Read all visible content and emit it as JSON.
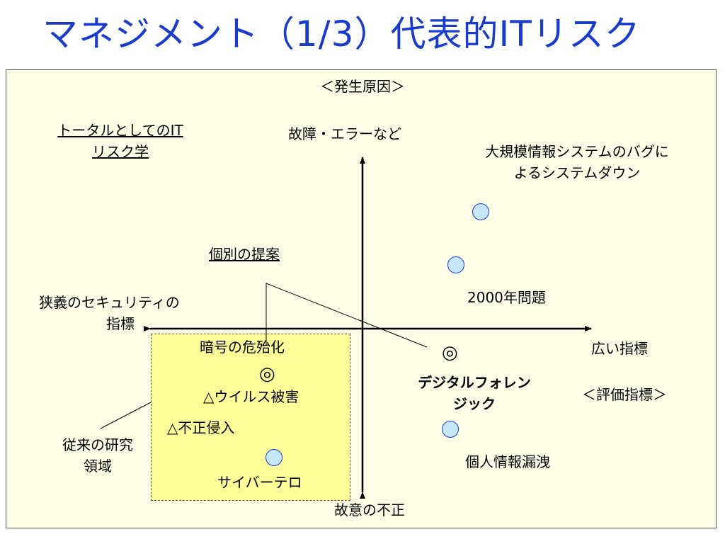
{
  "title": "マネジメント（1/3）代表的ITリスク",
  "labels": {
    "cause_heading": "＜発生原因＞",
    "eval_heading": "＜評価指標＞",
    "axis_top": "故障・エラーなど",
    "axis_bottom": "故意の不正",
    "axis_left_line1": "狭義のセキュリティの",
    "axis_left_line2": "指標",
    "axis_right": "広い指標",
    "total_it_line1": "トータルとしてのIT",
    "total_it_line2": "リスク学",
    "proposal": "個別の提案",
    "conventional_line1": "従来の研究",
    "conventional_line2": "領域"
  },
  "items": {
    "large_bug_line1": "大規模情報システムのバグに",
    "large_bug_line2": "よるシステムダウン",
    "y2k": "2000年問題",
    "forensics_line1": "デジタルフォレン",
    "forensics_line2": "ジック",
    "personal_leak": "個人情報漏洩",
    "crypto": "暗号の危殆化",
    "virus": "△ウイルス被害",
    "intrusion": "△不正侵入",
    "cyberterror": "サイバーテロ"
  },
  "markers": {
    "double_circle": "◎"
  },
  "colors": {
    "title": "#1a3ccc",
    "panel_bg": "#fefee6",
    "region_bg": "#ffff99",
    "dot_fill": "#c6e6fa",
    "dot_stroke": "#1a3ccc"
  }
}
